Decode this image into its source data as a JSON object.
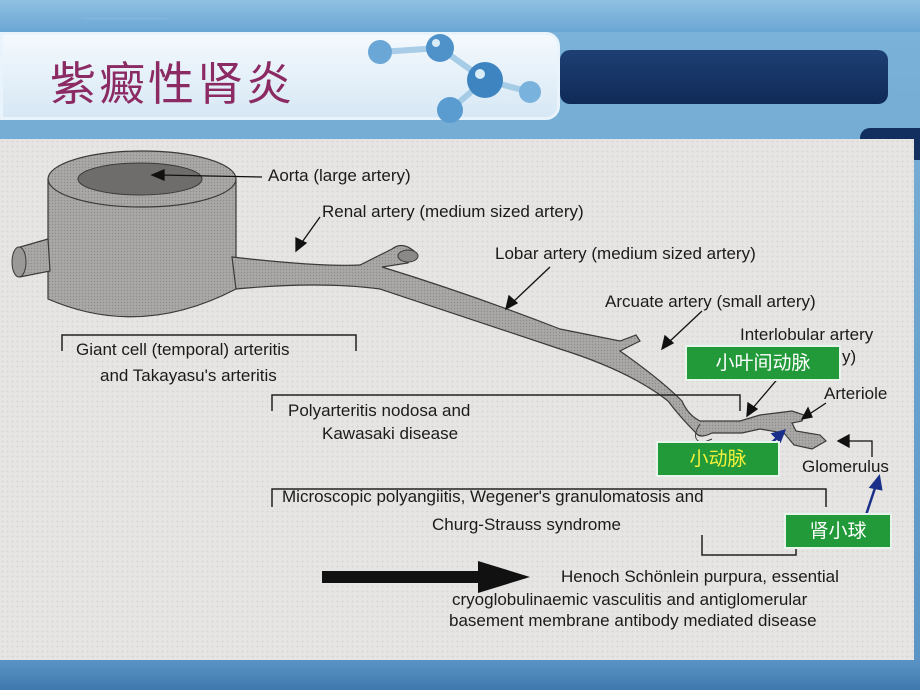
{
  "slide": {
    "title": "紫癜性肾炎",
    "header_tiny_text": "································································"
  },
  "labels": {
    "aorta": "Aorta (large artery)",
    "renal": "Renal artery (medium sized artery)",
    "lobar": "Lobar artery (medium sized artery)",
    "arcuate": "Arcuate artery (small artery)",
    "interlobular_1": "Interlobular artery",
    "interlobular_2": "y)",
    "arteriole": "Arteriole",
    "glomerulus": "Glomerulus",
    "giant_1": "Giant cell (temporal) arteritis",
    "giant_2": "and Takayasu's arteritis",
    "pan_1": "Polyarteritis nodosa and",
    "pan_2": "Kawasaki disease",
    "micro_1": "Microscopic polyangiitis, Wegener's granulomatosis and",
    "micro_2": "Churg-Strauss syndrome",
    "hsp_1": "Henoch Schönlein purpura, essential",
    "hsp_2": "cryoglobulinaemic vasculitis and antiglomerular",
    "hsp_3": "basement membrane antibody mediated disease"
  },
  "annotations": {
    "interlobular_cn": "小叶间动脉",
    "arteriole_cn": "小动脉",
    "glomerulus_cn": "肾小球"
  },
  "colors": {
    "title": "#8b2a63",
    "annotation_bg": "#239a3a",
    "annotation_yellow_text": "#f6f23a",
    "annotation_arrow": "#1a2f8a"
  }
}
